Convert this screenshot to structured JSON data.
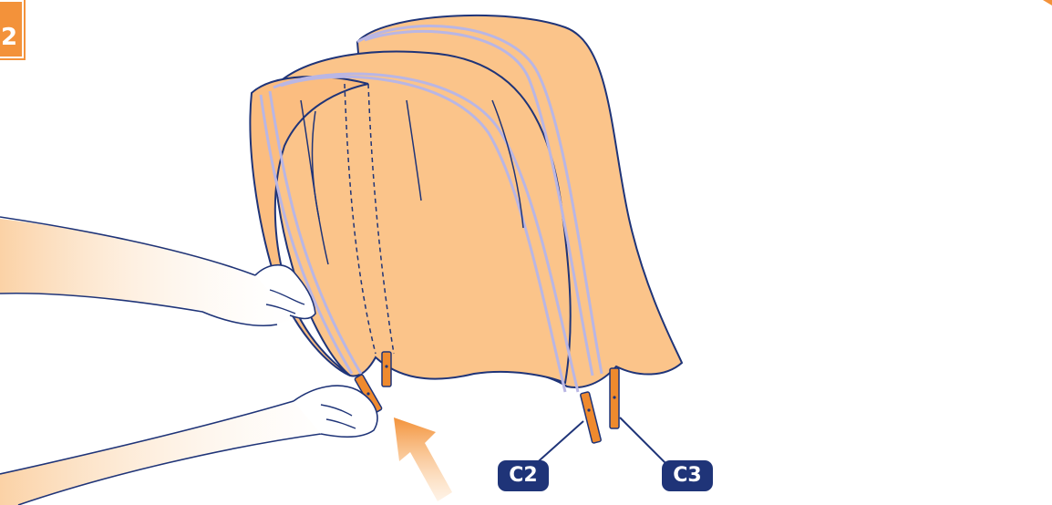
{
  "step": {
    "number": "2"
  },
  "callouts": [
    {
      "id": "c2",
      "text": "C2"
    },
    {
      "id": "c3",
      "text": "C3"
    }
  ],
  "colors": {
    "canopy_fill": "#fbc48a",
    "outline": "#1f3478",
    "rod": "#ef8a2e",
    "accent": "#f3923a",
    "callout_bg": "#1f3478",
    "frame_line": "#b9b6e4"
  }
}
